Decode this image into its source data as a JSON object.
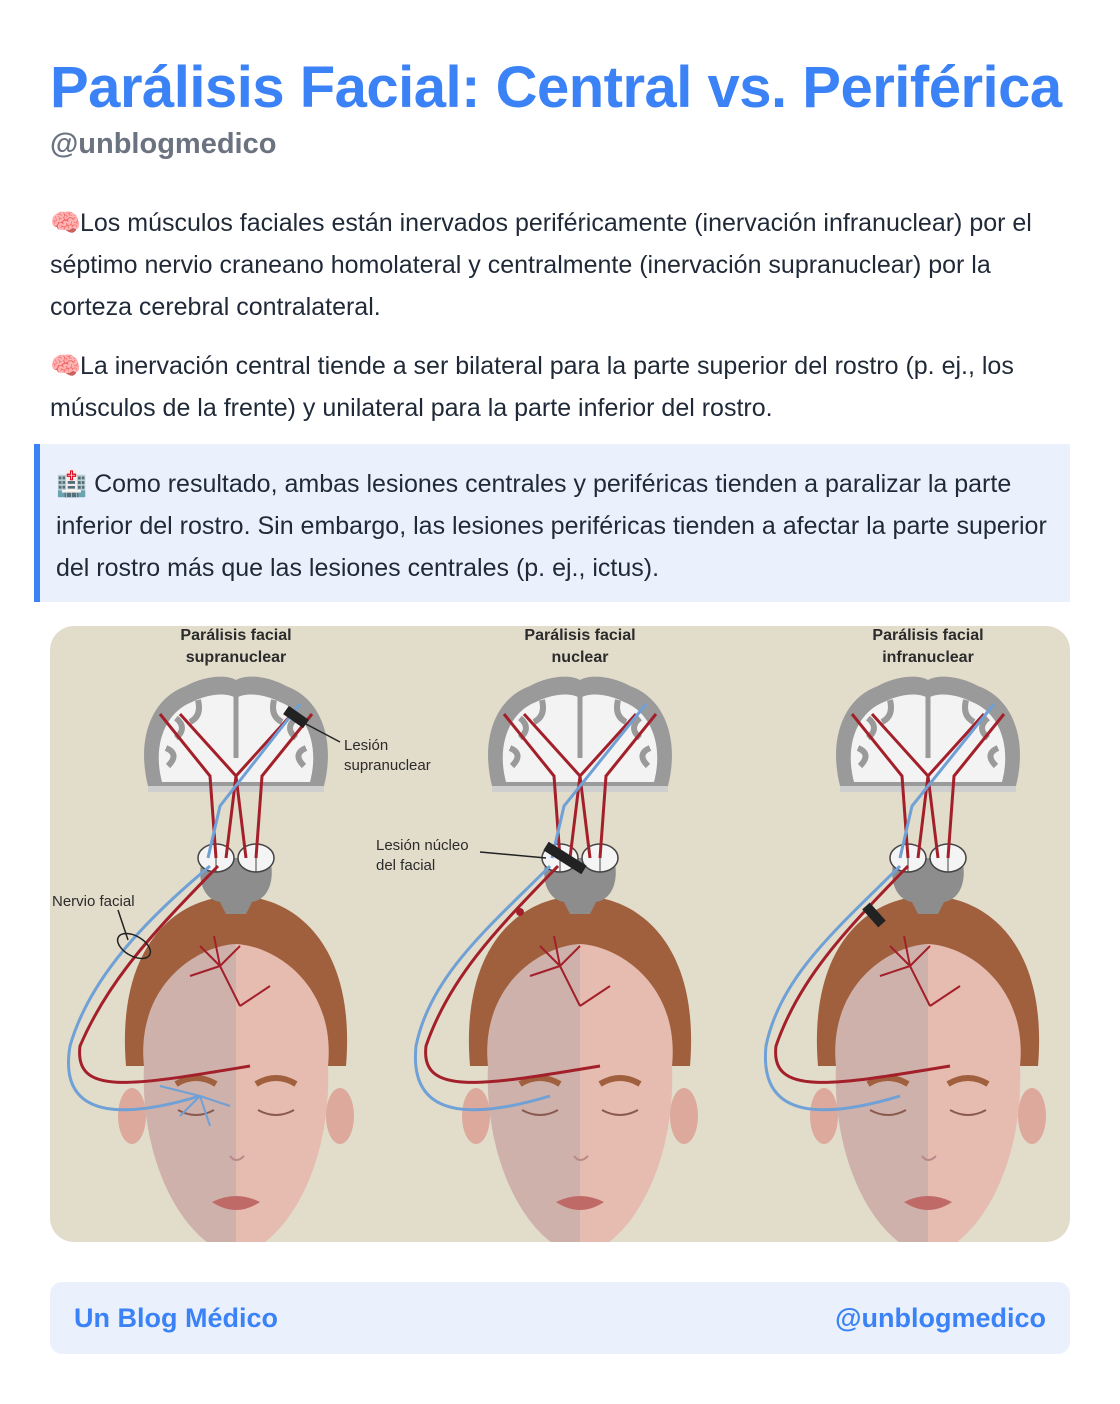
{
  "header": {
    "title": "Parálisis Facial: Central vs. Periférica",
    "handle": "@unblogmedico"
  },
  "paragraphs": [
    {
      "icon": "brain-emoji",
      "emoji": "🧠",
      "text": "Los músculos faciales están inervados periféricamente (inervación infranuclear) por el séptimo nervio craneano homolateral y centralmente (inervación supranuclear) por la corteza cerebral contralateral."
    },
    {
      "icon": "brain-emoji",
      "emoji": "🧠",
      "text": "La inervación central tiende a ser bilateral para la parte superior del rostro (p. ej., los músculos de la frente) y unilateral para la parte inferior del rostro."
    }
  ],
  "callout": {
    "icon": "hospital-emoji",
    "emoji": "🏥",
    "text": "Como resultado, ambas lesiones centrales y periféricas tienden a paralizar la parte inferior del rostro. Sin embargo, las lesiones periféricas tienden a afectar la parte superior del rostro más que las lesiones centrales (p. ej., ictus)."
  },
  "figure": {
    "panels": [
      {
        "title_line1": "Parálisis facial",
        "title_line2": "supranuclear"
      },
      {
        "title_line1": "Parálisis facial",
        "title_line2": "nuclear"
      },
      {
        "title_line1": "Parálisis facial",
        "title_line2": "infranuclear"
      }
    ],
    "annotations": {
      "lesion_supra_line1": "Lesión",
      "lesion_supra_line2": "supranuclear",
      "lesion_nucleo_line1": "Lesión núcleo",
      "lesion_nucleo_line2": "del facial",
      "nervio_facial": "Nervio facial"
    },
    "colors": {
      "background": "#e2dccb",
      "nerve_red": "#a3202a",
      "nerve_blue": "#6fa0d6",
      "skin": "#e6bcb0",
      "hair": "#a0603e",
      "brain_gray": "#8f8f8f"
    }
  },
  "footer": {
    "left": "Un Blog Médico",
    "right": "@unblogmedico"
  }
}
